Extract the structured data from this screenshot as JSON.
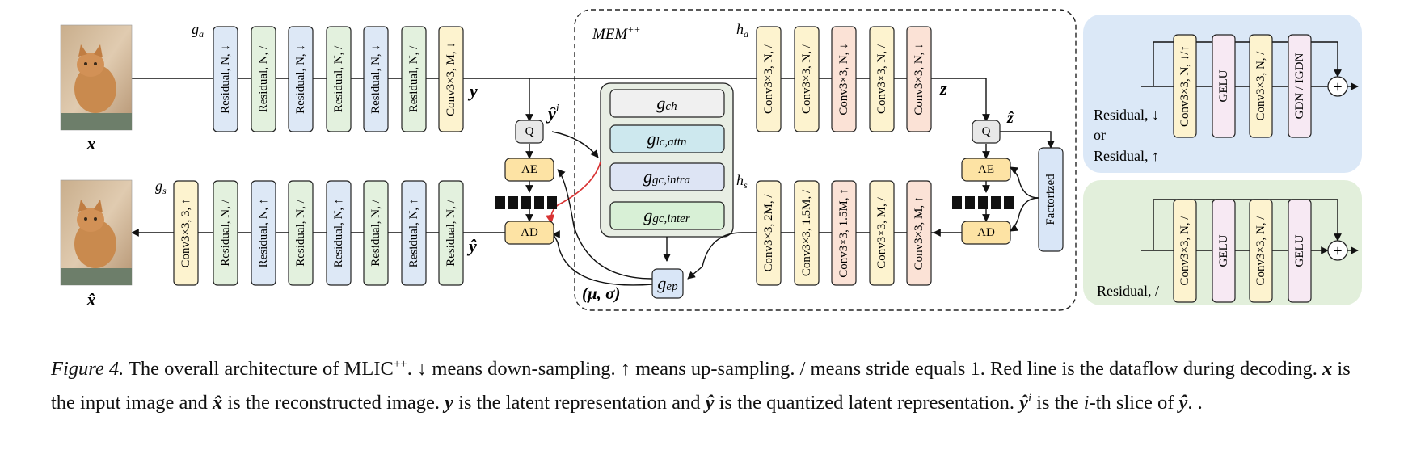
{
  "colors": {
    "residual_down": "#dde8f6",
    "residual_flat": "#e3f1de",
    "conv": "#fdf3cf",
    "conv_up_down": "#fbe2d6",
    "gelu": "#f7e9f3",
    "coder": "#fde3a4",
    "quantizer": "#e8e8e8",
    "panel_blue": "#dbe8f7",
    "panel_green": "#e2efdb",
    "mem_inner": "#e8eee4",
    "g_ch": "#f0f0f0",
    "g_lc": "#cde8ee",
    "g_gc_intra": "#dde4f4",
    "g_gc_inter": "#d8f0d6",
    "g_ep": "#d9e6f7",
    "red_line": "#d83232"
  },
  "images": {
    "input_label": "x",
    "output_label": "x̂",
    "image_subject": "cat-photo"
  },
  "labels": {
    "ga": "g",
    "ga_sub": "a",
    "gs": "g",
    "gs_sub": "s",
    "ha": "h",
    "ha_sub": "a",
    "hs": "h",
    "hs_sub": "s",
    "mem": "MEM",
    "mem_sup": "++",
    "y": "y",
    "y_hat": "ŷ",
    "y_hat_i": "ŷ",
    "y_hat_i_sup": "i",
    "z": "z",
    "z_hat": "ẑ",
    "mu_sigma": "(μ, σ)",
    "q": "Q",
    "ae": "AE",
    "ad": "AD",
    "factorized": "Factorized"
  },
  "ga_blocks": [
    "Residual, N, ↓",
    "Residual, N, /",
    "Residual, N, ↓",
    "Residual, N, /",
    "Residual, N, ↓",
    "Residual, N, /",
    "Conv3×3, M, ↓"
  ],
  "gs_blocks": [
    "Conv3×3, 3, ↑",
    "Residual, N, /",
    "Residual, N, ↑",
    "Residual, N, /",
    "Residual, N, ↑",
    "Residual, N, /",
    "Residual, N, ↑",
    "Residual, N, /"
  ],
  "ha_blocks": [
    "Conv3×3, N, /",
    "Conv3×3, N, /",
    "Conv3×3, N, ↓",
    "Conv3×3, N, /",
    "Conv3×3, N, ↓"
  ],
  "hs_blocks": [
    "Conv3×3, 2M, /",
    "Conv3×3, 1.5M, /",
    "Conv3×3, 1.5M, ↑",
    "Conv3×3, M, /",
    "Conv3×3, M, ↑"
  ],
  "mem_modules": [
    {
      "base": "g",
      "sub": "ch"
    },
    {
      "base": "g",
      "sub": "lc,attn"
    },
    {
      "base": "g",
      "sub": "gc,intra"
    },
    {
      "base": "g",
      "sub": "gc,inter"
    }
  ],
  "g_ep": {
    "base": "g",
    "sub": "ep"
  },
  "residual_blue": {
    "blocks": [
      "Conv3×3, N, ↓/↑",
      "GELU",
      "Conv3×3, N, /",
      "GDN / IGDN"
    ],
    "label_line1": "Residual, ↓",
    "label_line2": "or",
    "label_line3": "Residual, ↑",
    "plus": "+"
  },
  "residual_green": {
    "blocks": [
      "Conv3×3, N, /",
      "GELU",
      "Conv3×3, N, /",
      "GELU"
    ],
    "label": "Residual, /",
    "plus": "+"
  },
  "caption": {
    "figure": "Figure 4.",
    "t1": " The overall architecture of MLIC",
    "t1_sup": "++",
    "t2": ". ↓ means down-sampling. ↑ means up-sampling. / means stride equals ",
    "one": "1",
    "t3": ". Red line is the dataflow during decoding. ",
    "x": "x",
    "t4": " is the input image and ",
    "x_hat": "x̂",
    "t5": " is the reconstructed image. ",
    "y": "y",
    "t6": " is the latent representation and ",
    "y_hat": "ŷ",
    "t7": " is the quantized latent representation. ",
    "y_hat_i": "ŷ",
    "i_sup": "i",
    "t8": " is the ",
    "i": "i",
    "t9": "-th slice of ",
    "y_hat2": "ŷ",
    "t10": ". ."
  }
}
